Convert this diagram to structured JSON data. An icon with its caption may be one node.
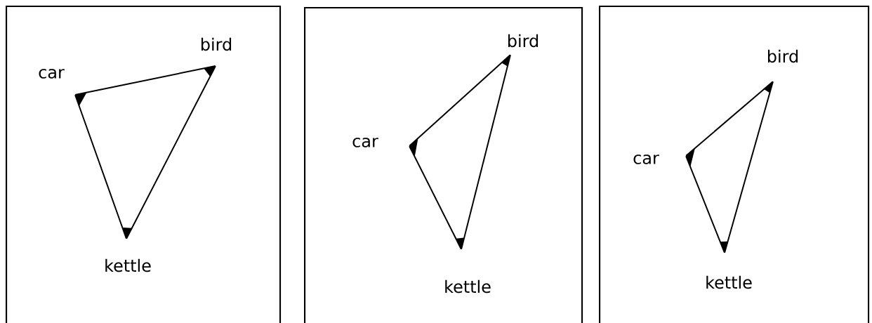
{
  "diagram": {
    "nodes": [
      {
        "text": [],
        "shape": "box"
      },
      {
        "text": [],
        "shape": "triangle",
        "in": 0,
        "beside": [
          "car"
        ]
      },
      {
        "text": [],
        "shape": "triangle",
        "in": 0,
        "beside": [
          "bird"
        ]
      },
      {
        "text": [],
        "shape": "triangle",
        "in": 0,
        "beside": [
          "kettle"
        ]
      },
      {
        "text": [],
        "shape": "box"
      },
      {
        "text": [],
        "shape": "triangle",
        "in": 4,
        "beside": [
          "car"
        ]
      },
      {
        "text": [],
        "shape": "triangle",
        "in": 4,
        "beside": [
          "bird"
        ]
      },
      {
        "text": [],
        "shape": "triangle",
        "in": 4,
        "beside": [
          "kettle"
        ]
      },
      {
        "text": [],
        "shape": "box"
      },
      {
        "text": [],
        "shape": "triangle",
        "in": 8,
        "beside": [
          "car"
        ]
      },
      {
        "text": [],
        "shape": "triangle",
        "in": 8,
        "beside": [
          "bird"
        ]
      },
      {
        "text": [],
        "shape": "triangle",
        "in": 8,
        "beside": [
          "kettle"
        ]
      }
    ],
    "edges": [
      {
        "from": 1,
        "to": 2,
        "arrow": "none"
      },
      {
        "from": 1,
        "to": 3,
        "arrow": "none"
      },
      {
        "from": 2,
        "to": 3,
        "arrow": "none"
      },
      {
        "from": 5,
        "to": 6,
        "arrow": "none"
      },
      {
        "from": 5,
        "to": 7,
        "arrow": "none"
      },
      {
        "from": 6,
        "to": 7,
        "arrow": "none"
      },
      {
        "from": 9,
        "to": 10,
        "arrow": "none"
      },
      {
        "from": 9,
        "to": 11,
        "arrow": "none"
      },
      {
        "from": 10,
        "to": 11,
        "arrow": "none"
      }
    ]
  }
}
